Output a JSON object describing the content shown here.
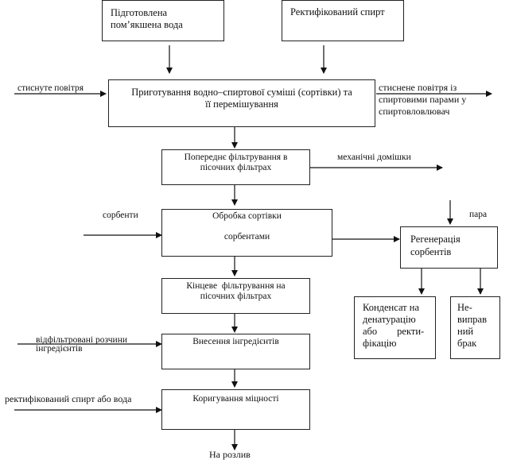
{
  "inputs": {
    "water": "Підготовлена\nпом’якшена вода",
    "spirit": "Ректифікований спирт"
  },
  "steps": {
    "mixing": "Приготування водно–спиртової суміші (сортівки) та\nїї перемішування",
    "prefilter": "Попереднє фільтрування в\nпісочних фільтрах",
    "sorbent_treatment": "Обробка сортівки\n\nсорбентами",
    "final_filter": "Кінцеве  фільтрування на\nпісочних фільтрах",
    "ingredients": "Внесення інгредієнтів",
    "strength": "Коригування міцності",
    "regeneration": "Регенерація\nсорбентів",
    "condensate": "Конденсат на\nденатурацію\nабо        ректи-\nфікацію",
    "defect": "Не-\nвиправ\nний\nбрак"
  },
  "labels": {
    "compressed_air": "стиснуте повітря",
    "air_out": "стиснене повітря із\nспиртовими парами у\nспиртовловлювач",
    "impurities": "механічні домішки",
    "sorbents": "сорбенти",
    "steam": "пара",
    "filtered_solutions": "відфільтровані розчини\nінгредієнтів",
    "spirit_or_water": "ректифікований спирт або  вода",
    "bottling": "На розлив"
  }
}
